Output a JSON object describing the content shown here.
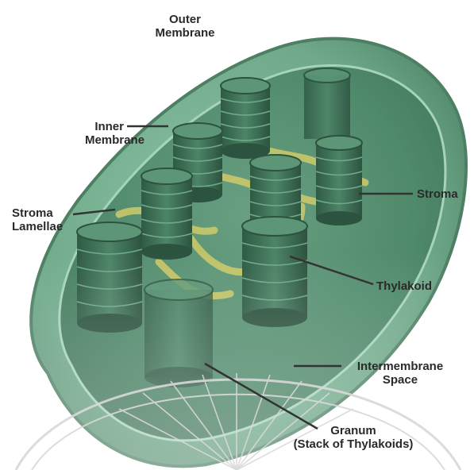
{
  "labels": {
    "outer_membrane": [
      "Outer",
      "Membrane"
    ],
    "inner_membrane": [
      "Inner",
      "Membrane"
    ],
    "stroma_lamellae": [
      "Stroma",
      "Lamellae"
    ],
    "stroma": [
      "Stroma"
    ],
    "thylakoid": [
      "Thylakoid"
    ],
    "intermembrane_space": [
      "Intermembrane",
      "Space"
    ],
    "granum": [
      "Granum",
      "(Stack of Thylakoids)"
    ]
  },
  "colors": {
    "outer_membrane": "#7fb79a",
    "stroma": "#4f8f6e",
    "thylakoid": "#3f6f55",
    "lamellae": "#c9c86a",
    "leader_line": "#333333",
    "watermark": "#d9d9d9"
  }
}
